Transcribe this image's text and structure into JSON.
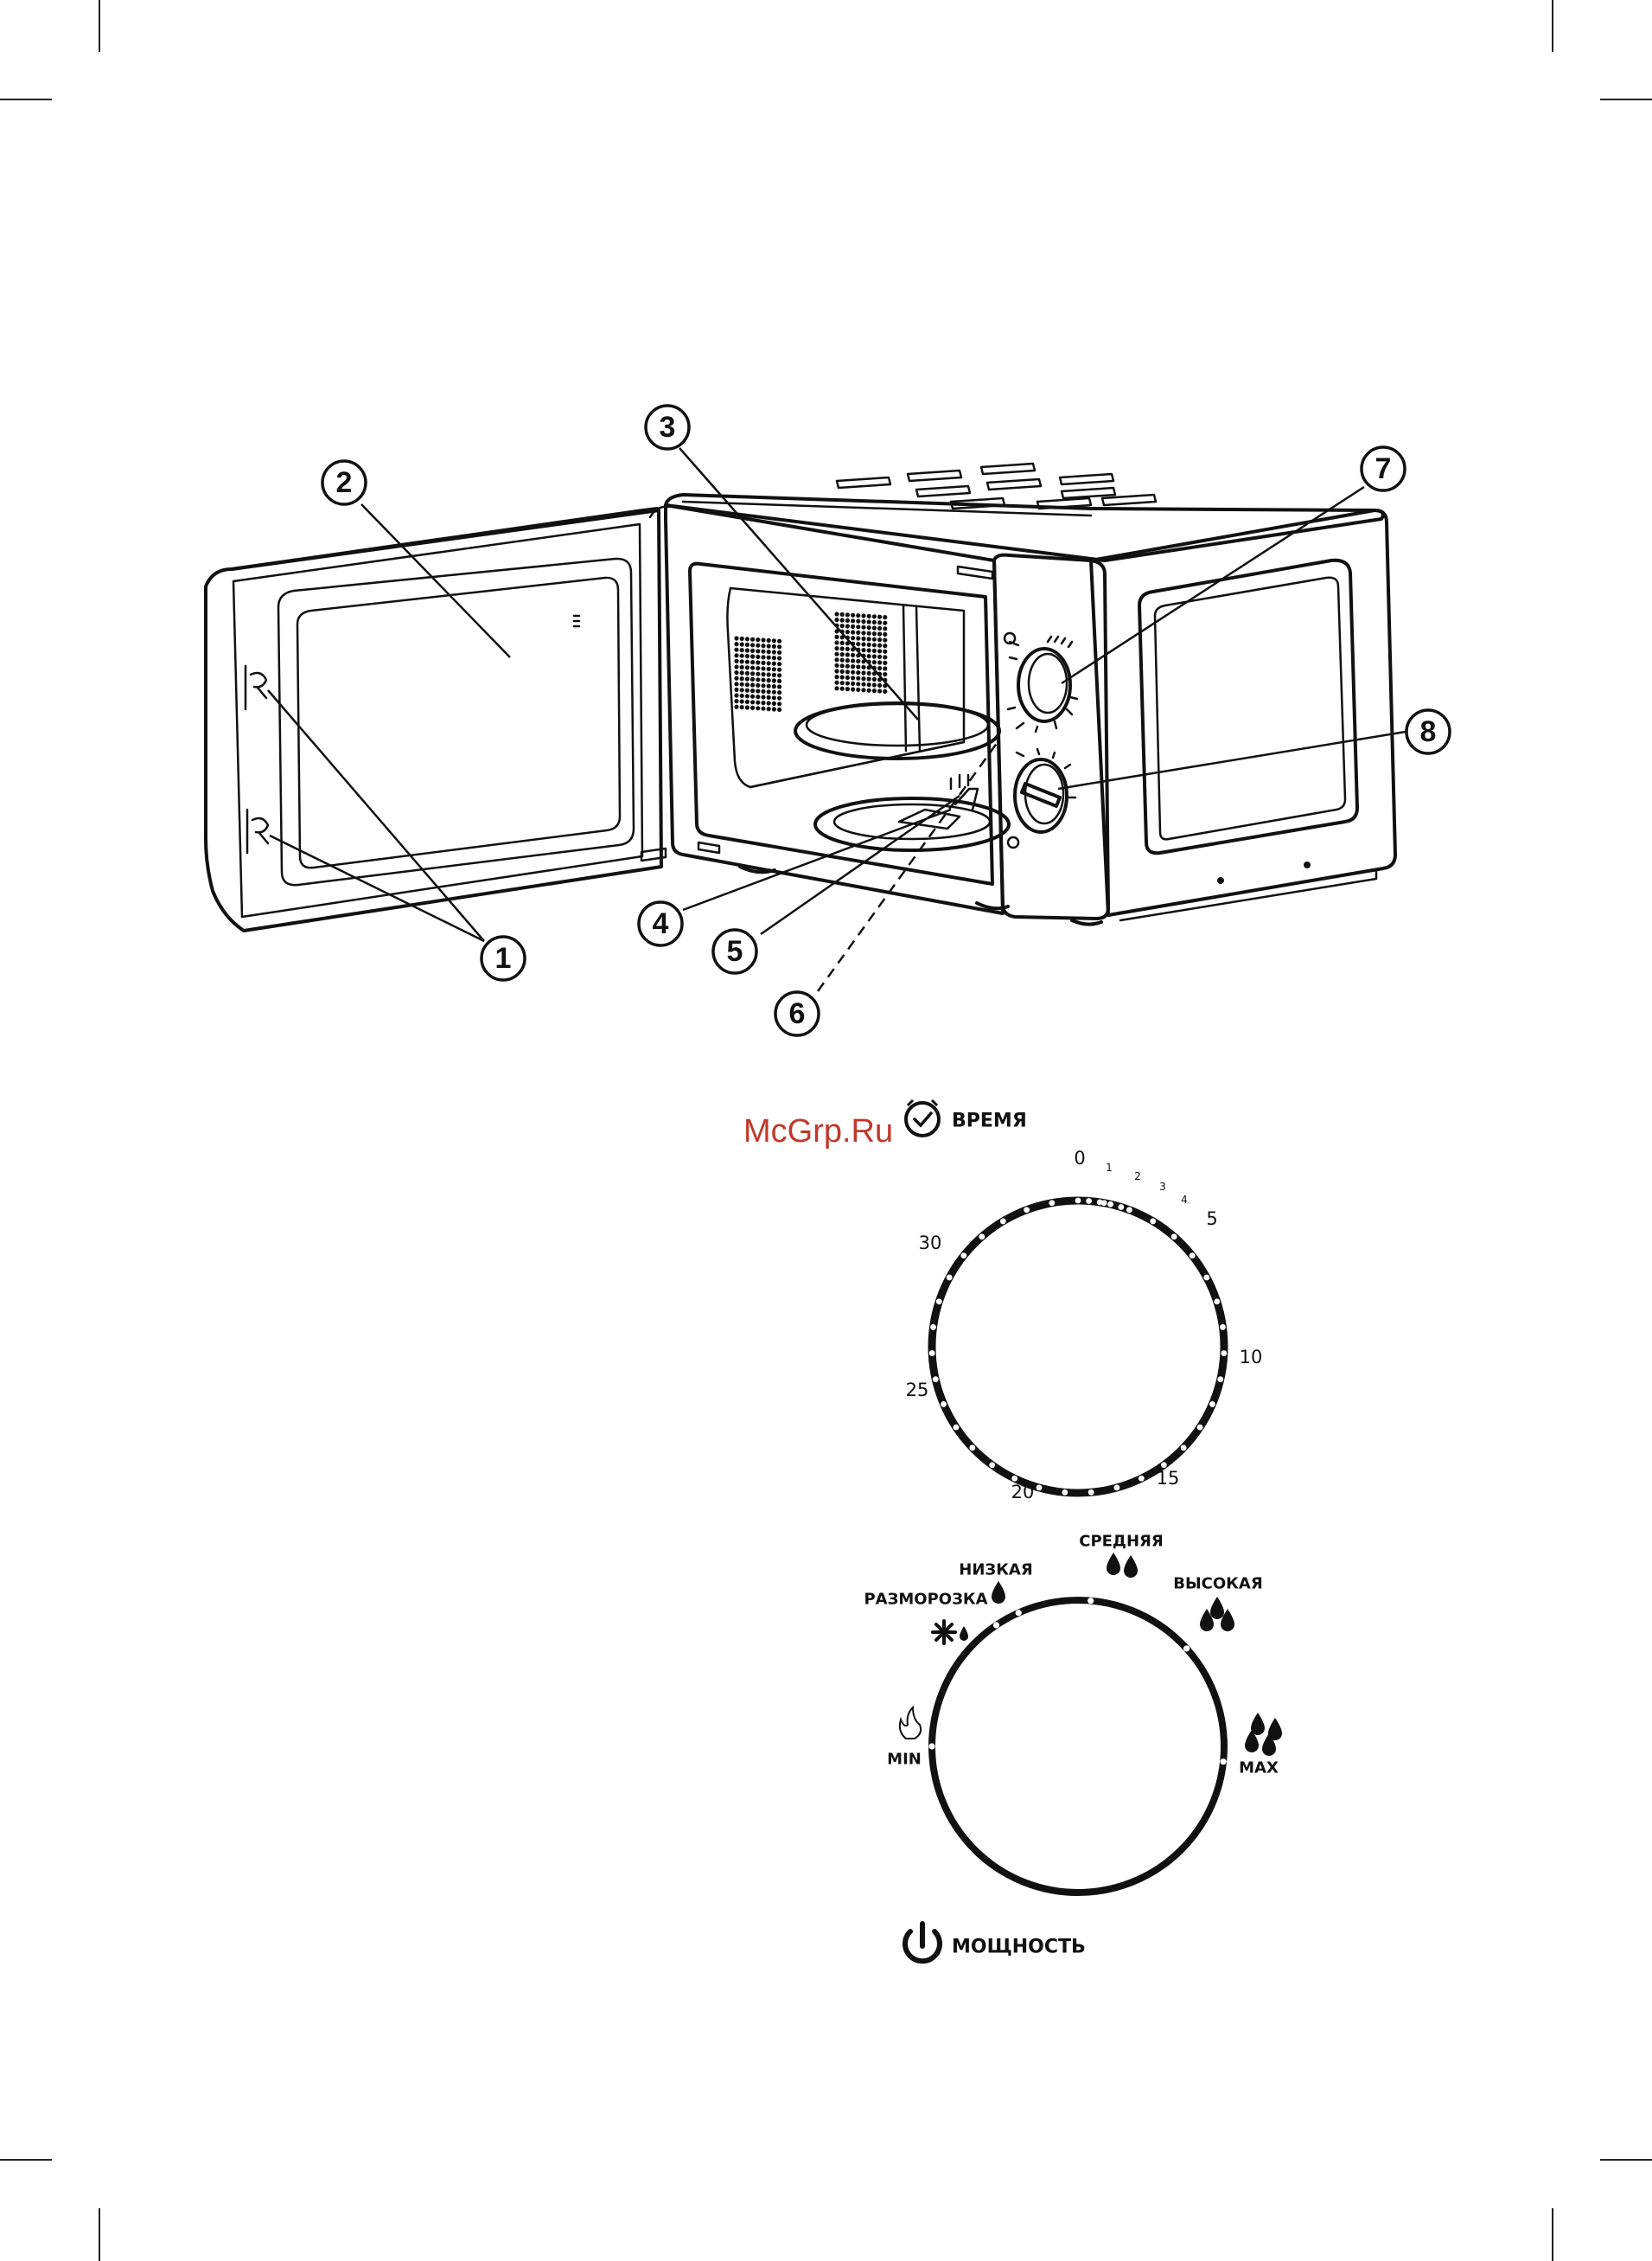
{
  "callouts": [
    "1",
    "2",
    "3",
    "4",
    "5",
    "6",
    "7",
    "8"
  ],
  "watermark": "McGrp.Ru",
  "timer_dial": {
    "title": "ВРЕМЯ",
    "title_icon": "clock-icon",
    "major_labels": [
      "0",
      "5",
      "10",
      "15",
      "20",
      "25",
      "30"
    ],
    "minor_labels": [
      "1",
      "2",
      "3",
      "4"
    ]
  },
  "power_dial": {
    "title": "МОЩНОСТЬ",
    "title_icon": "power-icon",
    "levels": [
      {
        "label": "MIN",
        "icon": "flame-outline-icon"
      },
      {
        "label": "РАЗМОРОЗКА",
        "icon": "snowflake-drop-icon"
      },
      {
        "label": "НИЗКАЯ",
        "icon": "single-drop-icon"
      },
      {
        "label": "СРЕДНЯЯ",
        "icon": "double-drop-icon"
      },
      {
        "label": "ВЫСОКАЯ",
        "icon": "triple-drop-icon"
      },
      {
        "label": "MAX",
        "icon": "quad-drop-icon"
      }
    ]
  },
  "colors": {
    "ink": "#111111",
    "watermark": "#c0392b"
  }
}
